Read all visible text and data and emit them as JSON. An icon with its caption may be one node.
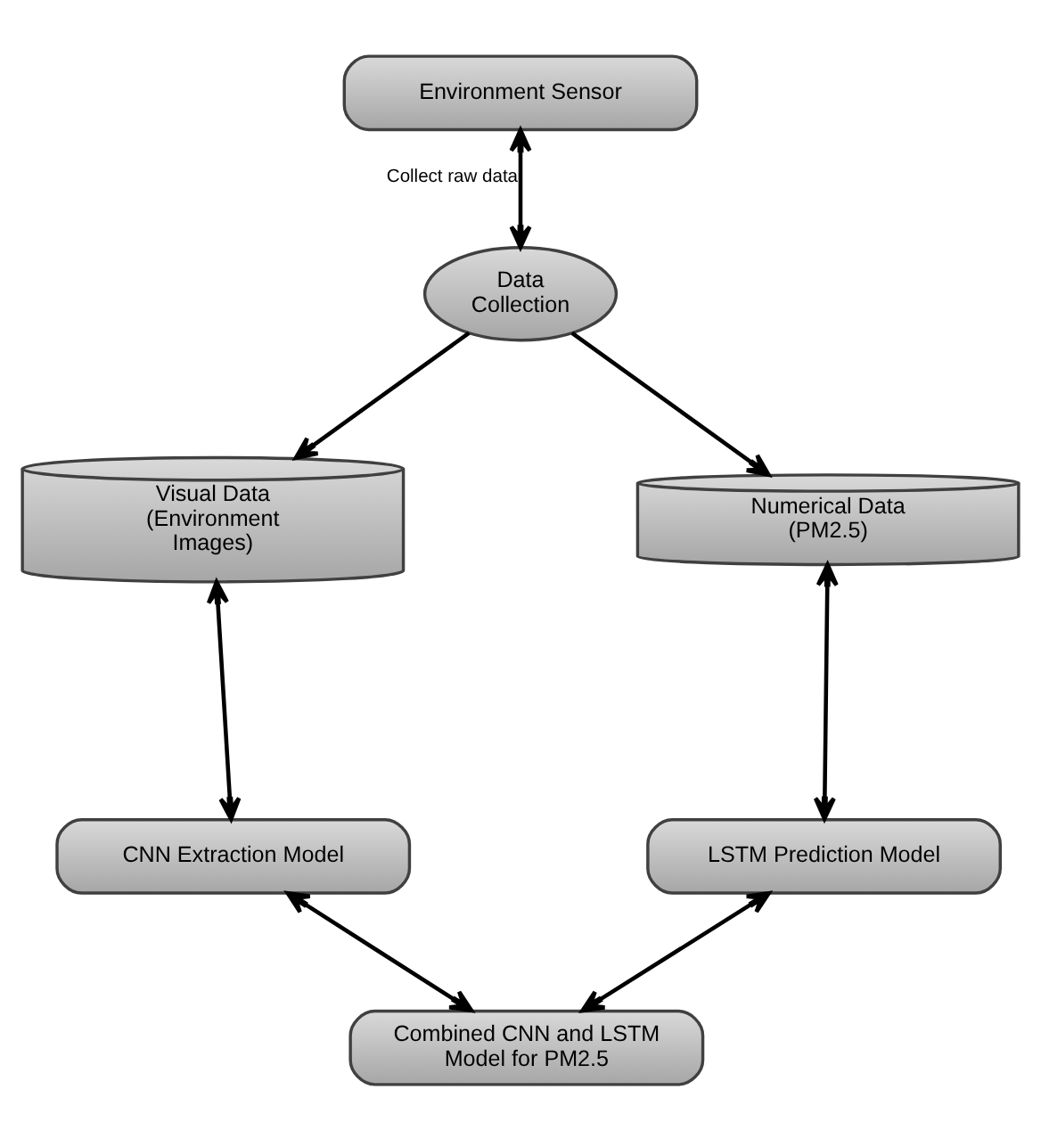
{
  "diagram": {
    "nodes": [
      {
        "text": [
          "Environment Sensor"
        ]
      },
      {
        "text": [
          "Data Collection"
        ]
      },
      {
        "text": [
          "Visual Data (Environment Images)"
        ]
      },
      {
        "text": [
          "Numerical Data (PM2.5)"
        ]
      },
      {
        "text": [
          "CNN Extraction Model"
        ]
      },
      {
        "text": [
          "LSTM Prediction Model"
        ]
      },
      {
        "text": [
          "Combined CNN and LSTM Model for PM2.5"
        ]
      }
    ],
    "edges": [
      {
        "from": 0,
        "to": 1,
        "arrow": "both",
        "label": "Collect raw data"
      },
      {
        "from": 1,
        "to": 2,
        "arrow": "to"
      },
      {
        "from": 1,
        "to": 3,
        "arrow": "to"
      },
      {
        "from": 2,
        "to": 4,
        "arrow": "both"
      },
      {
        "from": 3,
        "to": 5,
        "arrow": "both"
      },
      {
        "from": 4,
        "to": 6,
        "arrow": "both"
      },
      {
        "from": 5,
        "to": 6,
        "arrow": "both"
      }
    ]
  }
}
